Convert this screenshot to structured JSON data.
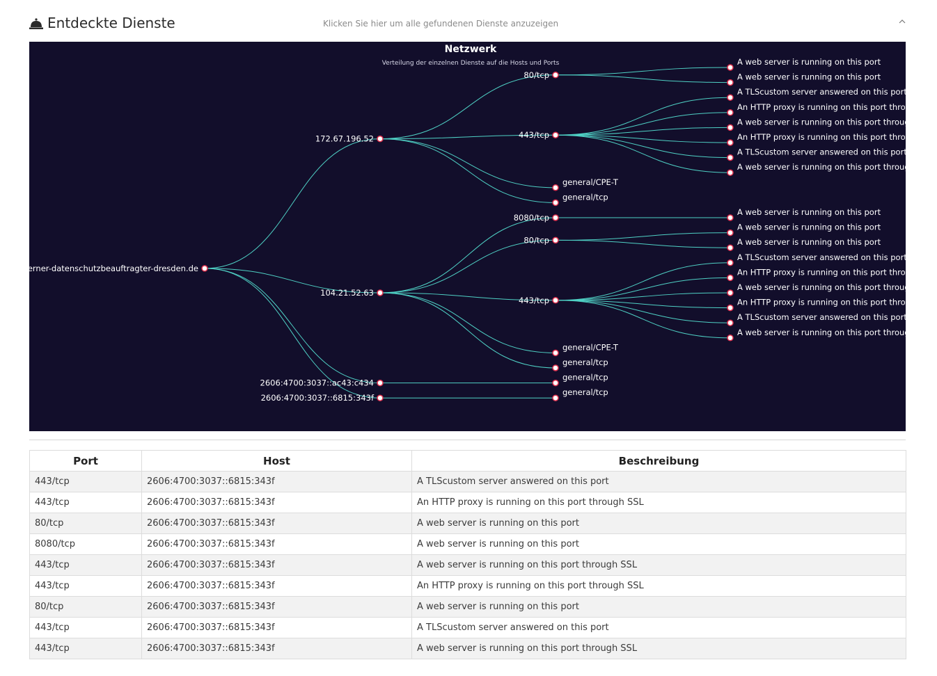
{
  "header": {
    "title": "Entdeckte Dienste",
    "hint": "Klicken Sie hier um alle gefundenen Dienste anzuzeigen",
    "icon": "bell-icon",
    "toggle_icon": "chevron-up-icon"
  },
  "graph": {
    "title": "Netzwerk",
    "subtitle": "Verteilung der einzelnen Dienste auf die Hosts und Ports",
    "colors": {
      "background": "#120e2b",
      "link": "#4fd1c5",
      "node": "#ffffff",
      "node_stroke": "#e0314e"
    },
    "root": "externer-datenschutzbeauftragter-dresden.de",
    "hosts": [
      {
        "name": "172.67.196.52",
        "ports": [
          {
            "name": "80/tcp",
            "services": [
              "A web server is running on this port",
              "A web server is running on this port"
            ]
          },
          {
            "name": "443/tcp",
            "services": [
              "A TLScustom server answered on this port",
              "An HTTP proxy is running on this port throug",
              "A web server is running on this port through",
              "An HTTP proxy is running on this port throug",
              "A TLScustom server answered on this port",
              "A web server is running on this port through"
            ]
          },
          {
            "name": "general/CPE-T",
            "services": []
          },
          {
            "name": "general/tcp",
            "services": []
          }
        ]
      },
      {
        "name": "104.21.52.63",
        "ports": [
          {
            "name": "8080/tcp",
            "services": [
              "A web server is running on this port"
            ]
          },
          {
            "name": "80/tcp",
            "services": [
              "A web server is running on this port",
              "A web server is running on this port"
            ]
          },
          {
            "name": "443/tcp",
            "services": [
              "A TLScustom server answered on this port",
              "An HTTP proxy is running on this port throug",
              "A web server is running on this port through",
              "An HTTP proxy is running on this port throug",
              "A TLScustom server answered on this port",
              "A web server is running on this port through"
            ]
          },
          {
            "name": "general/CPE-T",
            "services": []
          },
          {
            "name": "general/tcp",
            "services": []
          }
        ]
      },
      {
        "name": "2606:4700:3037::ac43:c434",
        "ports": [
          {
            "name": "general/tcp",
            "services": []
          }
        ]
      },
      {
        "name": "2606:4700:3037::6815:343f",
        "ports": [
          {
            "name": "general/tcp",
            "services": []
          }
        ]
      }
    ]
  },
  "table": {
    "columns": [
      "Port",
      "Host",
      "Beschreibung"
    ],
    "rows": [
      [
        "443/tcp",
        "2606:4700:3037::6815:343f",
        "A TLScustom server answered on this port"
      ],
      [
        "443/tcp",
        "2606:4700:3037::6815:343f",
        "An HTTP proxy is running on this port through SSL"
      ],
      [
        "80/tcp",
        "2606:4700:3037::6815:343f",
        "A web server is running on this port"
      ],
      [
        "8080/tcp",
        "2606:4700:3037::6815:343f",
        "A web server is running on this port"
      ],
      [
        "443/tcp",
        "2606:4700:3037::6815:343f",
        "A web server is running on this port through SSL"
      ],
      [
        "443/tcp",
        "2606:4700:3037::6815:343f",
        "An HTTP proxy is running on this port through SSL"
      ],
      [
        "80/tcp",
        "2606:4700:3037::6815:343f",
        "A web server is running on this port"
      ],
      [
        "443/tcp",
        "2606:4700:3037::6815:343f",
        "A TLScustom server answered on this port"
      ],
      [
        "443/tcp",
        "2606:4700:3037::6815:343f",
        "A web server is running on this port through SSL"
      ]
    ]
  }
}
